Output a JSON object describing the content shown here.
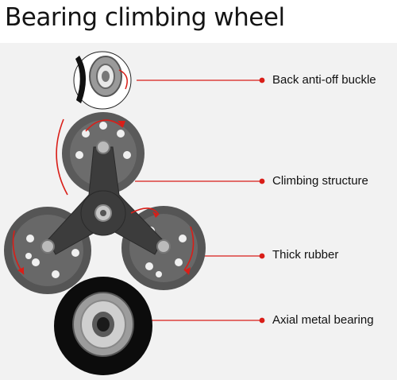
{
  "title": "Bearing climbing wheel",
  "labels": [
    {
      "id": "back-buckle",
      "text": "Back anti-off buckle"
    },
    {
      "id": "climbing",
      "text": "Climbing structure"
    },
    {
      "id": "rubber",
      "text": "Thick rubber"
    },
    {
      "id": "bearing",
      "text": "Axial metal bearing"
    }
  ],
  "colors": {
    "accent": "#d91e18",
    "wheel": "#4a4a4a",
    "frame": "#3a3a3a",
    "background": "#f2f2f2"
  }
}
